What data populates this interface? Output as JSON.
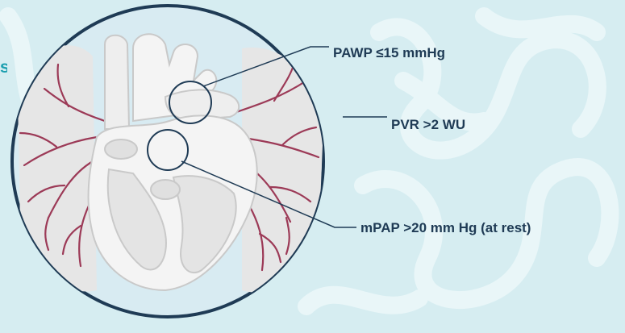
{
  "colors": {
    "background": "#d6edf1",
    "swirl": "#e9f6f8",
    "circle_border": "#1f3b55",
    "circle_fill": "#d8ebf2",
    "vessels": "#9c3a57",
    "heart_fill": "#f4f4f4",
    "heart_outline": "#c9c9c9",
    "label_text": "#1f3b55",
    "accent_teal": "#1d9fb0"
  },
  "partial_title_text": "s",
  "callouts": {
    "pawp": "PAWP ≤15 mmHg",
    "pvr": "PVR >2 WU",
    "mpap": "mPAP >20 mm Hg (at rest)"
  }
}
